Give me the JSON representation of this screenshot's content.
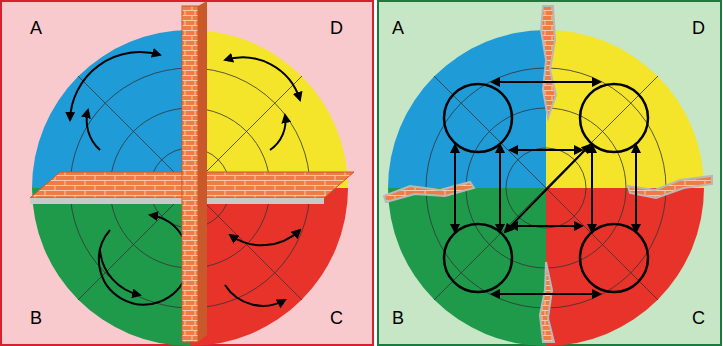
{
  "diagram": {
    "labels": [
      "A",
      "D",
      "B",
      "C",
      "A",
      "D",
      "B",
      "C"
    ]
  }
}
